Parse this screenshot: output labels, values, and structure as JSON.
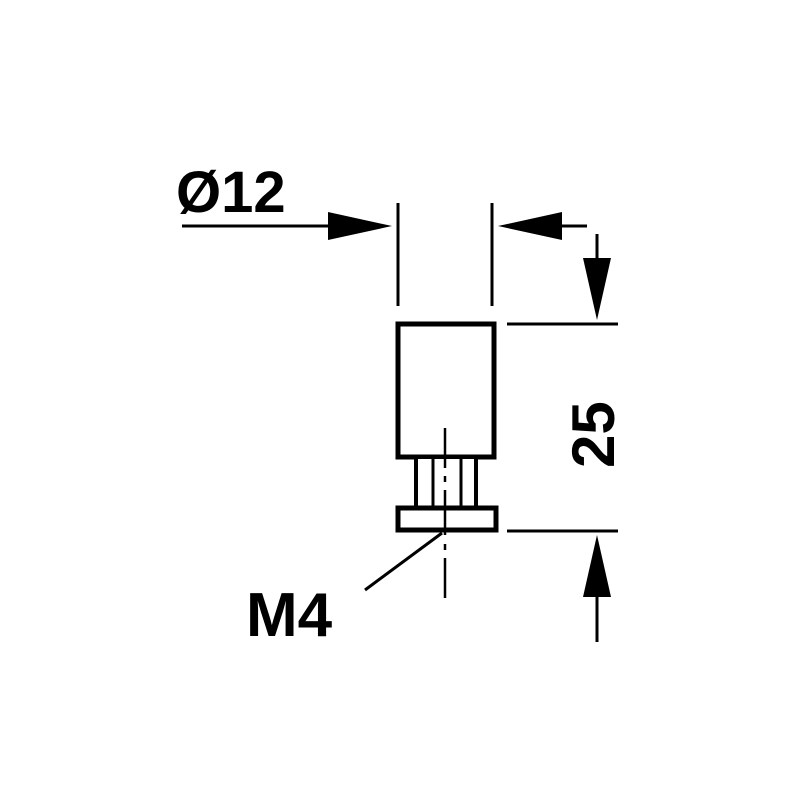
{
  "dimensions": {
    "diameter": "Ø12",
    "height": "25",
    "thread": "M4"
  },
  "colors": {
    "line": "#000000",
    "background": "#ffffff"
  }
}
